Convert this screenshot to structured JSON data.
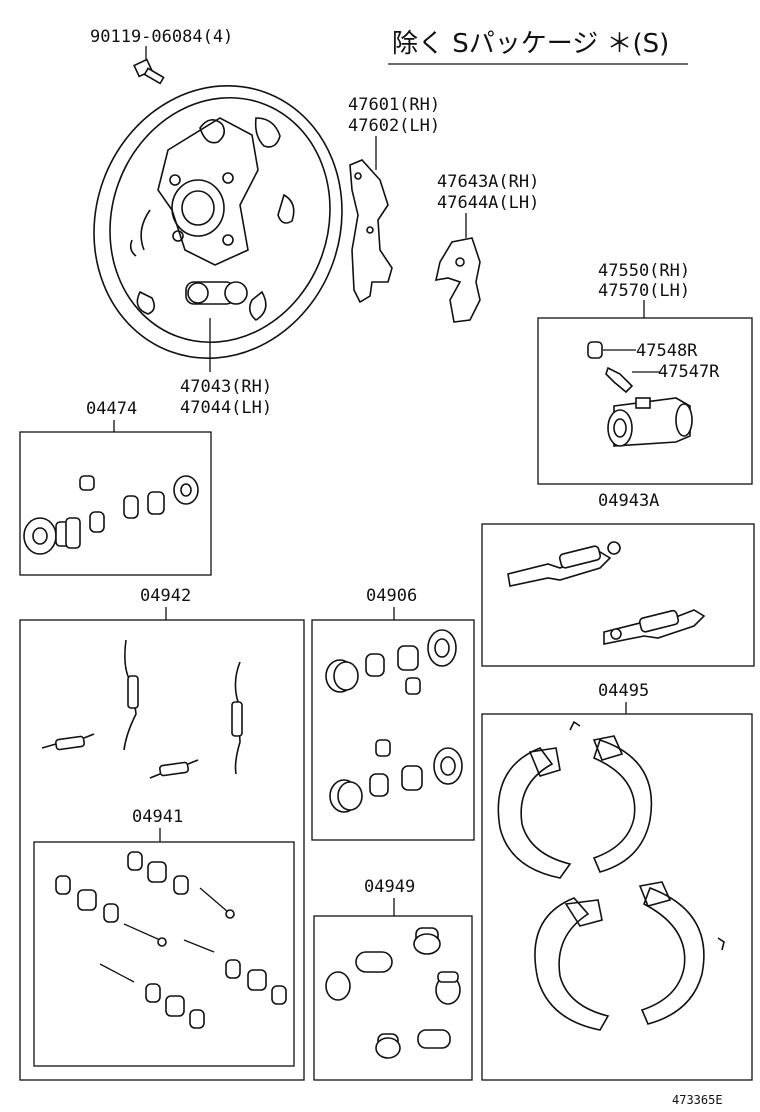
{
  "title": "除く Sパッケージ ＊(S)",
  "footer_code": "473365E",
  "parts": {
    "bolt": "90119-06084(4)",
    "backing_rh": "47043(RH)",
    "backing_lh": "47044(LH)",
    "lever_rh": "47601(RH)",
    "lever_lh": "47602(LH)",
    "strut_rh": "47643A(RH)",
    "strut_lh": "47644A(LH)",
    "cyl_rh": "47550(RH)",
    "cyl_lh": "47570(LH)",
    "cap": "47548R",
    "bleeder": "47547R",
    "kit_04943a": "04943A",
    "kit_04474": "04474",
    "kit_04942": "04942",
    "kit_04941": "04941",
    "kit_04906": "04906",
    "kit_04949": "04949",
    "kit_04495": "04495"
  }
}
